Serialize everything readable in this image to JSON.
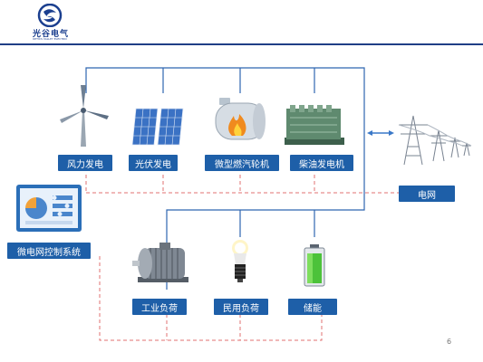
{
  "brand": {
    "name": "光谷电气",
    "subtitle": "OPTICS VALLEY ELECTRIC",
    "color": "#1b3f8f"
  },
  "diagram": {
    "sources": [
      {
        "label": "风力发电",
        "icon": "wind-turbine-icon"
      },
      {
        "label": "光伏发电",
        "icon": "solar-panel-icon"
      },
      {
        "label": "微型燃汽轮机",
        "icon": "micro-turbine-icon"
      },
      {
        "label": "柴油发电机",
        "icon": "diesel-generator-icon"
      }
    ],
    "grid": {
      "label": "电网",
      "icon": "power-tower-icon"
    },
    "controller": {
      "label": "微电网控制系统",
      "icon": "control-screen-icon"
    },
    "loads": [
      {
        "label": "工业负荷",
        "icon": "motor-icon"
      },
      {
        "label": "民用负荷",
        "icon": "light-bulb-icon"
      },
      {
        "label": "储能",
        "icon": "battery-icon"
      }
    ],
    "colors": {
      "label_bg": "#1e5fa8",
      "bus_line": "#2e66b0",
      "control_line": "#e07070",
      "arrow": "#3a78c8"
    }
  },
  "page": {
    "number": "6"
  }
}
